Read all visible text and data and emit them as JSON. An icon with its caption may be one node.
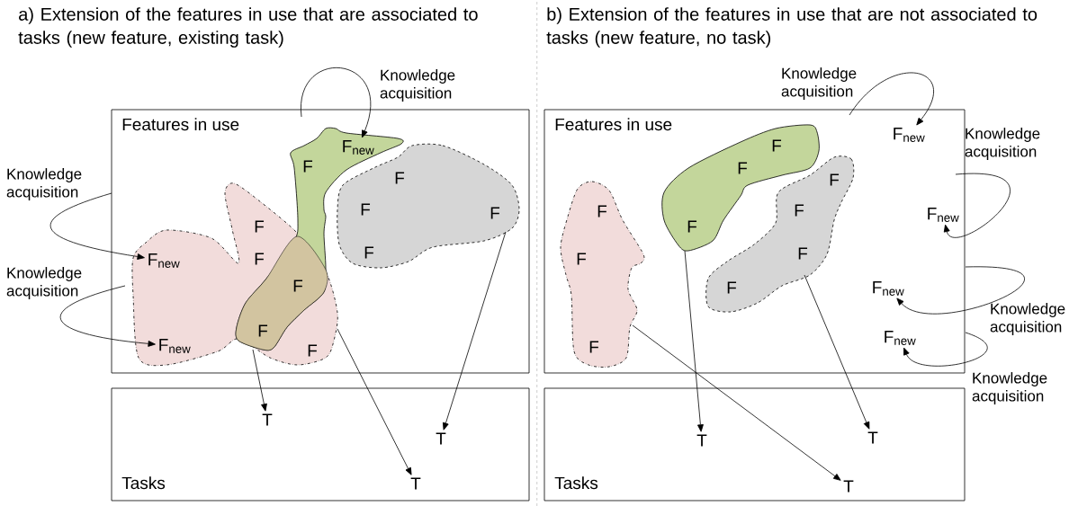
{
  "diagram": {
    "nodes": [
      {
        "text": [
          "Features in use"
        ]
      },
      {
        "text": [
          "Tasks"
        ]
      },
      {
        "text": [
          "F",
          "F",
          "F"
        ],
        "in": 0
      },
      {
        "text": [
          "F",
          "F",
          "F"
        ],
        "in": 0
      },
      {
        "text": [
          "F",
          "F",
          "F",
          "F"
        ],
        "in": 0
      },
      {
        "text": [
          "F$_{new}$"
        ],
        "in": 3
      },
      {
        "text": [
          "F$_{new}$"
        ],
        "in": 2
      },
      {
        "text": [
          "F$_{new}$"
        ],
        "in": 2
      },
      {
        "text": [
          "T"
        ],
        "in": 1
      },
      {
        "text": [
          "T"
        ],
        "in": 1
      },
      {
        "text": [
          "T"
        ],
        "in": 1
      },
      {
        "text": [
          "Features in use"
        ]
      },
      {
        "text": [
          "Tasks"
        ]
      },
      {
        "text": [
          "F",
          "F",
          "F"
        ],
        "in": 11
      },
      {
        "text": [
          "F",
          "F",
          "F"
        ],
        "in": 11
      },
      {
        "text": [
          "F",
          "F",
          "F",
          "F"
        ],
        "in": 11
      },
      {
        "text": [
          "F$_{new}$"
        ],
        "in": 11
      },
      {
        "text": [
          "F$_{new}$"
        ],
        "in": 11
      },
      {
        "text": [
          "F$_{new}$"
        ],
        "in": 11
      },
      {
        "text": [
          "F$_{new}$"
        ],
        "in": 11
      },
      {
        "text": [
          "T"
        ],
        "in": 12
      },
      {
        "text": [
          "T"
        ],
        "in": 12
      },
      {
        "text": [
          "T"
        ],
        "in": 12
      }
    ],
    "edges": [
      {
        "from": 0,
        "to": 5,
        "arrow": "to",
        "label": "Knowledge acquisition"
      },
      {
        "from": 0,
        "to": 6,
        "arrow": "to",
        "label": "Knowledge acquisition"
      },
      {
        "from": 0,
        "to": 7,
        "arrow": "to",
        "label": "Knowledge acquisition"
      },
      {
        "from": 3,
        "to": 8,
        "arrow": "to"
      },
      {
        "from": 2,
        "to": 10,
        "arrow": "to"
      },
      {
        "from": 4,
        "to": 9,
        "arrow": "to"
      },
      {
        "from": 11,
        "to": 16,
        "arrow": "to",
        "label": "Knowledge acquisition"
      },
      {
        "from": 11,
        "to": 17,
        "arrow": "to",
        "label": "Knowledge acquisition"
      },
      {
        "from": 11,
        "to": 18,
        "arrow": "to",
        "label": "Knowledge acquisition"
      },
      {
        "from": 11,
        "to": 19,
        "arrow": "to",
        "label": "Knowledge acquisition"
      },
      {
        "from": 14,
        "to": 20,
        "arrow": "to"
      },
      {
        "from": 13,
        "to": 22,
        "arrow": "to"
      },
      {
        "from": 15,
        "to": 21,
        "arrow": "to"
      }
    ],
    "labels": [
      "a) Extension of the features in use that are associated to tasks (new feature, existing task)",
      "b) Extension of the features in use that are not associated to tasks (new feature, no task)"
    ]
  }
}
